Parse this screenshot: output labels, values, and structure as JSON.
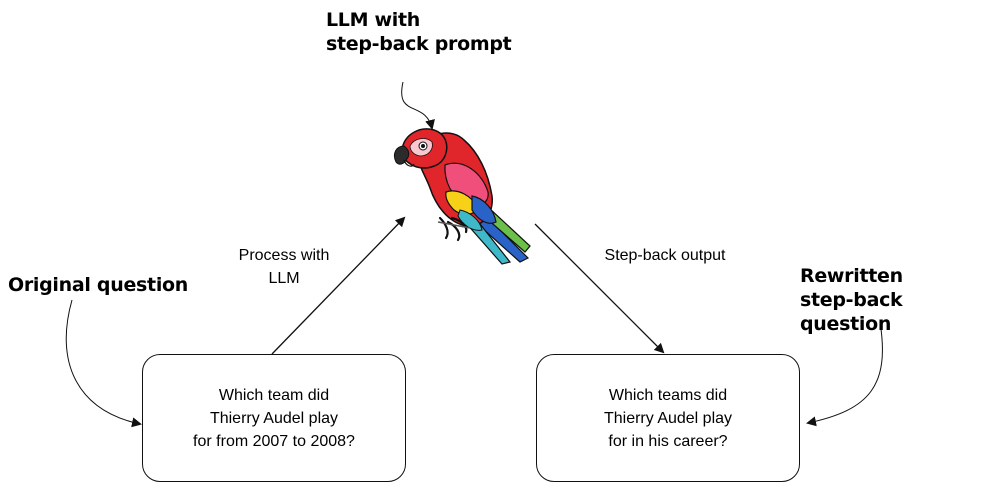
{
  "top_label": {
    "line1": "LLM with",
    "line2": "step-back prompt"
  },
  "left_label": "Original question",
  "right_label": {
    "line1": "Rewritten",
    "line2": "step-back question"
  },
  "left_arrow_label": {
    "line1": "Process with",
    "line2": "LLM"
  },
  "right_arrow_label": "Step-back output",
  "left_box": {
    "line1": "Which team did",
    "line2": "Thierry Audel play",
    "line3": "for from 2007 to 2008?"
  },
  "right_box": {
    "line1": "Which teams did",
    "line2": "Thierry Audel play",
    "line3": "for in his career?"
  },
  "icons": {
    "llm": "parrot-icon"
  },
  "colors": {
    "stroke": "#111111",
    "parrot_red": "#e0262b",
    "parrot_yellow": "#f7d117",
    "parrot_blue": "#2a63c8",
    "parrot_teal": "#3fb9c9",
    "parrot_green": "#6cc04a"
  }
}
